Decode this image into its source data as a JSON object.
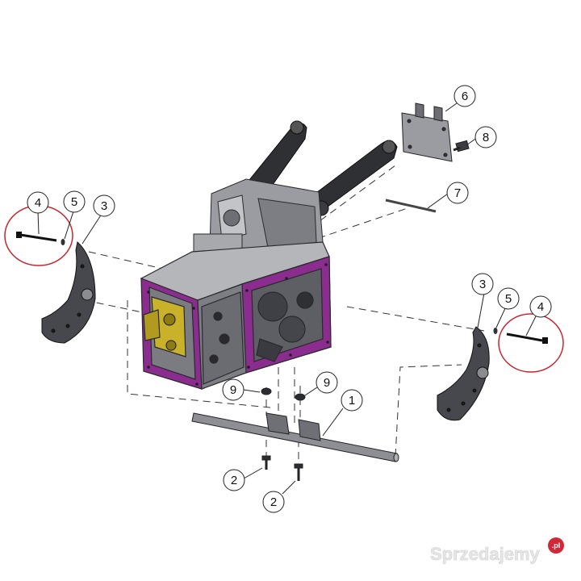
{
  "callouts": {
    "c1": "1",
    "c2a": "2",
    "c2b": "2",
    "c3l": "3",
    "c3r": "3",
    "c4l": "4",
    "c4r": "4",
    "c5l": "5",
    "c5r": "5",
    "c6": "6",
    "c7": "7",
    "c8": "8",
    "c9l": "9",
    "c9r": "9"
  },
  "watermark": {
    "text": "Sprzedajemy",
    "badge": ".pl"
  },
  "colors": {
    "housing": "#8a8d92",
    "housing_edge": "#2a2a2e",
    "purple": "#8b2c8f",
    "yellow": "#c9b22a",
    "part_dark": "#4a4b50",
    "highlight_circle": "#c8262e",
    "leader": "#222222"
  }
}
